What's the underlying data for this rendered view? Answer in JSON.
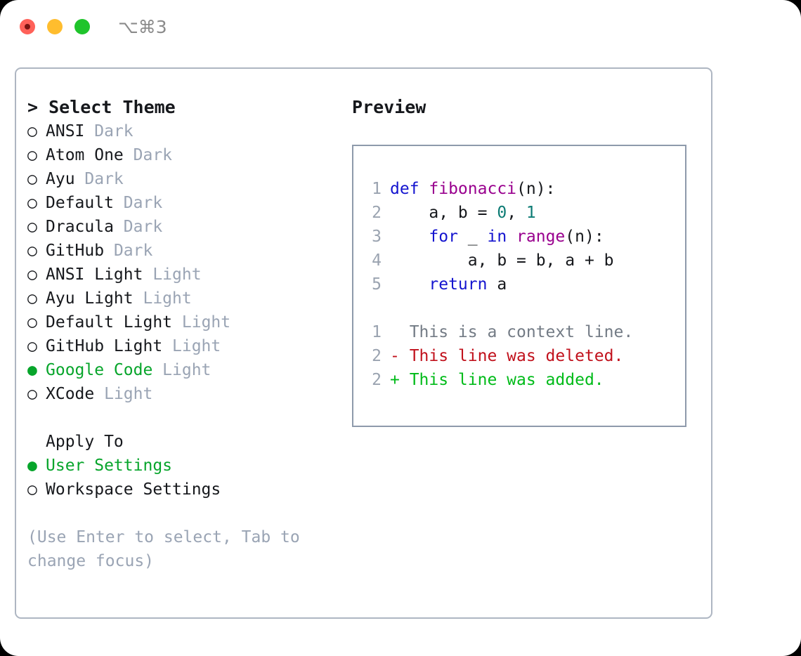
{
  "titlebar": {
    "traffic_lights": [
      "close",
      "minimize",
      "zoom"
    ],
    "shortcut": "⌥⌘3"
  },
  "left": {
    "heading": "> Select Theme",
    "themes": [
      {
        "marker": "○",
        "name": "ANSI",
        "tag": "Dark",
        "selected": false
      },
      {
        "marker": "○",
        "name": "Atom One",
        "tag": "Dark",
        "selected": false
      },
      {
        "marker": "○",
        "name": "Ayu",
        "tag": "Dark",
        "selected": false
      },
      {
        "marker": "○",
        "name": "Default",
        "tag": "Dark",
        "selected": false
      },
      {
        "marker": "○",
        "name": "Dracula",
        "tag": "Dark",
        "selected": false
      },
      {
        "marker": "○",
        "name": "GitHub",
        "tag": "Dark",
        "selected": false
      },
      {
        "marker": "○",
        "name": "ANSI Light",
        "tag": "Light",
        "selected": false
      },
      {
        "marker": "○",
        "name": "Ayu Light",
        "tag": "Light",
        "selected": false
      },
      {
        "marker": "○",
        "name": "Default Light",
        "tag": "Light",
        "selected": false
      },
      {
        "marker": "○",
        "name": "GitHub Light",
        "tag": "Light",
        "selected": false
      },
      {
        "marker": "●",
        "name": "Google Code",
        "tag": "Light",
        "selected": true
      },
      {
        "marker": "○",
        "name": "XCode",
        "tag": "Light",
        "selected": false
      }
    ],
    "apply_to": {
      "heading": "Apply To",
      "options": [
        {
          "marker": "●",
          "label": "User Settings",
          "selected": true
        },
        {
          "marker": "○",
          "label": "Workspace Settings",
          "selected": false
        }
      ]
    },
    "hint": "(Use Enter to select, Tab to change focus)"
  },
  "right": {
    "title": "Preview",
    "code_lines": [
      {
        "num": "1",
        "tokens": [
          {
            "t": "def ",
            "c": "kw"
          },
          {
            "t": "fibonacci",
            "c": "fn"
          },
          {
            "t": "(n):",
            "c": "pln"
          }
        ]
      },
      {
        "num": "2",
        "tokens": [
          {
            "t": "    a, b = ",
            "c": "pln"
          },
          {
            "t": "0",
            "c": "num"
          },
          {
            "t": ", ",
            "c": "pln"
          },
          {
            "t": "1",
            "c": "num"
          }
        ]
      },
      {
        "num": "3",
        "tokens": [
          {
            "t": "    ",
            "c": "pln"
          },
          {
            "t": "for",
            "c": "kw"
          },
          {
            "t": " _ ",
            "c": "pln"
          },
          {
            "t": "in",
            "c": "kw"
          },
          {
            "t": " ",
            "c": "pln"
          },
          {
            "t": "range",
            "c": "fn"
          },
          {
            "t": "(n):",
            "c": "pln"
          }
        ]
      },
      {
        "num": "4",
        "tokens": [
          {
            "t": "        a, b = b, a + b",
            "c": "pln"
          }
        ]
      },
      {
        "num": "5",
        "tokens": [
          {
            "t": "    ",
            "c": "pln"
          },
          {
            "t": "return",
            "c": "kw"
          },
          {
            "t": " a",
            "c": "pln"
          }
        ]
      }
    ],
    "diff_lines": [
      {
        "num": "1",
        "sign": "  ",
        "text": "This is a context line.",
        "kind": "ctx"
      },
      {
        "num": "2",
        "sign": "- ",
        "text": "This line was deleted.",
        "kind": "del"
      },
      {
        "num": "2",
        "sign": "+ ",
        "text": "This line was added.",
        "kind": "add"
      }
    ]
  },
  "colors": {
    "accent_green": "#07a52b",
    "muted": "#9aa4b4",
    "panel_border": "#aeb6c2",
    "preview_border": "#8e9aab",
    "keyword": "#1414cf",
    "function": "#99008e",
    "number": "#0c7b74",
    "diff_delete": "#c1111c",
    "diff_add": "#00bb19",
    "diff_context": "#737b85"
  }
}
